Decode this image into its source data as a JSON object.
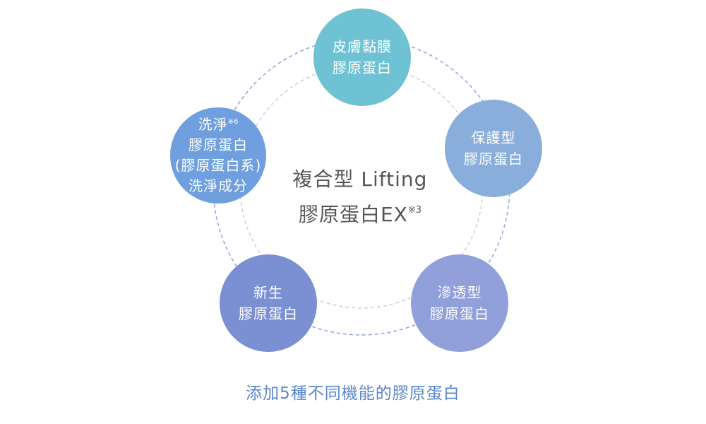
{
  "center": {
    "line1": "複合型 Lifting",
    "line2": "膠原蛋白EX",
    "note": "※3"
  },
  "nodes": {
    "top": {
      "line1": "皮膚黏膜",
      "line2": "膠原蛋白",
      "color": "#6ec2d3"
    },
    "right": {
      "line1": "保護型",
      "line2": "膠原蛋白",
      "color": "#89aedb"
    },
    "bottom_right": {
      "line1": "滲透型",
      "line2": "膠原蛋白",
      "color": "#919fdb"
    },
    "bottom_left": {
      "line1": "新生",
      "line2": "膠原蛋白",
      "color": "#7b8fd3"
    },
    "left": {
      "line1": "洗淨",
      "note": "※6",
      "line2": "膠原蛋白",
      "line3": "(膠原蛋白系)",
      "line4": "洗淨成分",
      "color": "#6f9fde"
    }
  },
  "caption": "添加5種不同機能的膠原蛋白",
  "ring_color": "#8fa3dc"
}
